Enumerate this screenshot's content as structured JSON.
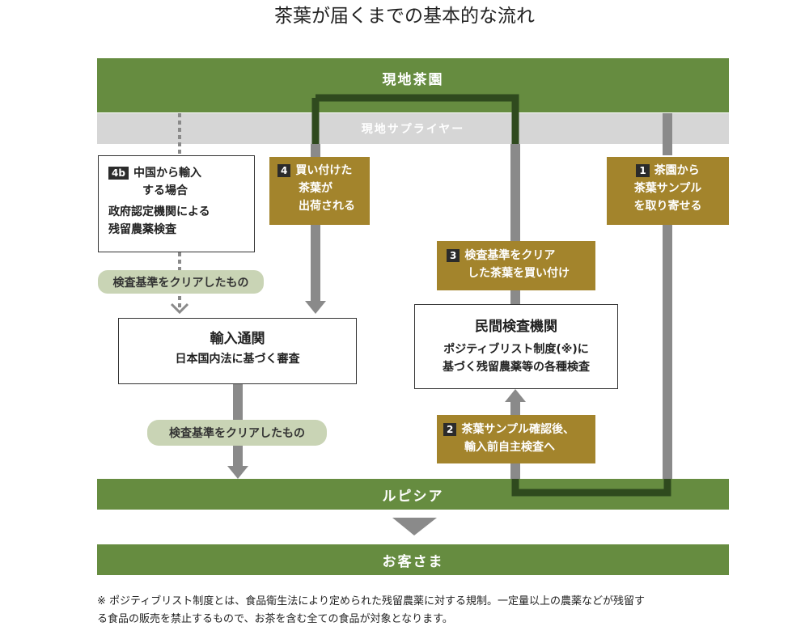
{
  "title": "茶葉が届くまでの基本的な流れ",
  "bands": {
    "farm": "現地茶園",
    "supplier": "現地サプライヤー",
    "lupicia": "ルピシア",
    "customer": "お客さま"
  },
  "step1": {
    "num": "1",
    "lines": [
      "茶園から",
      "茶葉サンプル",
      "を取り寄せる"
    ]
  },
  "step2": {
    "num": "2",
    "lines": [
      "茶葉サンプル確認後、",
      "輸入前自主検査へ"
    ]
  },
  "step3": {
    "num": "3",
    "lines": [
      "検査基準をクリア",
      "した茶葉を買い付け"
    ]
  },
  "step4": {
    "num": "4",
    "lines": [
      "買い付けた",
      "茶葉が",
      "出荷される"
    ]
  },
  "step4b": {
    "num": "4b",
    "lines": [
      "中国から輸入",
      "する場合"
    ],
    "body": [
      "政府認定機関による",
      "残留農薬検査"
    ]
  },
  "pill_upper": "検査基準をクリアしたもの",
  "pill_lower": "検査基準をクリアしたもの",
  "customs": {
    "title": "輸入通関",
    "body": "日本国内法に基づく審査"
  },
  "lab": {
    "title": "民間検査機関",
    "body": [
      "ポジティブリスト制度(※)に",
      "基づく残留農薬等の各種検査"
    ]
  },
  "footnote": [
    "※ ポジティブリスト制度とは、食品衛生法により定められた残留農薬に対する規制。一定量以上の農薬などが残留す",
    "る食品の販売を禁止するもので、お茶を含む全ての食品が対象となります。"
  ],
  "colors": {
    "green": "#668c40",
    "gold": "#a3842c",
    "gray_band": "#d6d6d6",
    "arrow_gray": "#8a8a8a",
    "dark_green": "#2f4a1e",
    "pill": "#c9d4b5"
  }
}
